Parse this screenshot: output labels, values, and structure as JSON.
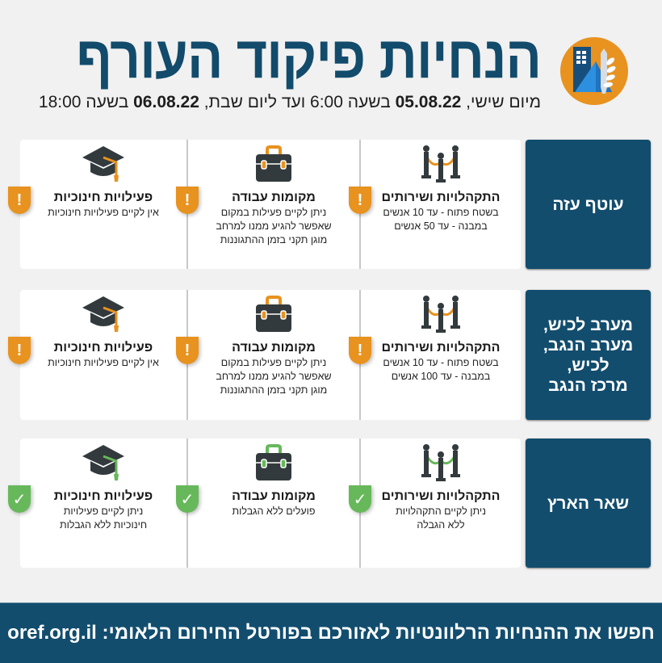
{
  "header": {
    "title": "הנחיות פיקוד העורף",
    "subtitle": {
      "part1": "מיום שישי, ",
      "date1": "05.08.22",
      "part2": " בשעה 6:00 ועד ליום שבת, ",
      "date2": "06.08.22",
      "part3": " בשעה 18:00"
    },
    "logo": "home-front-command-logo"
  },
  "colors": {
    "primary": "#124d6e",
    "warning": "#e8921f",
    "ok": "#67b85a",
    "background": "#f1f1f1",
    "icon_dark": "#333a3d"
  },
  "rows": [
    {
      "region": "עוטף עזה",
      "status": "warning",
      "gatherings": {
        "title": "התקהלויות ושירותים",
        "text": "בשטח פתוח - עד 10 אנשים\nבמבנה - עד 50 אנשים"
      },
      "workplaces": {
        "title": "מקומות עבודה",
        "text": "ניתן לקיים פעילות במקום\nשאפשר להגיע ממנו למרחב\nמוגן תקני בזמן ההתגוננות"
      },
      "education": {
        "title": "פעילויות חינוכיות",
        "text": "אין לקיים פעילויות חינוכיות"
      }
    },
    {
      "region": "מערב לכיש,\nמערב הנגב,\nלכיש,\nמרכז הנגב",
      "status": "warning",
      "gatherings": {
        "title": "התקהלויות ושירותים",
        "text": "בשטח פתוח - עד 10 אנשים\nבמבנה - עד 100 אנשים"
      },
      "workplaces": {
        "title": "מקומות עבודה",
        "text": "ניתן לקיים פעילות במקום\nשאפשר להגיע ממנו למרחב\nמוגן תקני בזמן ההתגוננות"
      },
      "education": {
        "title": "פעילויות חינוכיות",
        "text": "אין לקיים פעילויות חינוכיות"
      }
    },
    {
      "region": "שאר הארץ",
      "status": "ok",
      "gatherings": {
        "title": "התקהלויות ושירותים",
        "text": "ניתן לקיים התקהלויות\nללא הגבלה"
      },
      "workplaces": {
        "title": "מקומות עבודה",
        "text": "פועלים ללא הגבלות"
      },
      "education": {
        "title": "פעילויות חינוכיות",
        "text": "ניתן לקיים פעילויות\nחינוכיות ללא הגבלות"
      }
    }
  ],
  "badges": {
    "warning": "!",
    "ok": "✓"
  },
  "footer": {
    "text": "חפשו את ההנחיות הרלוונטיות לאזורכם בפורטל החירום הלאומי: oref.org.il"
  }
}
